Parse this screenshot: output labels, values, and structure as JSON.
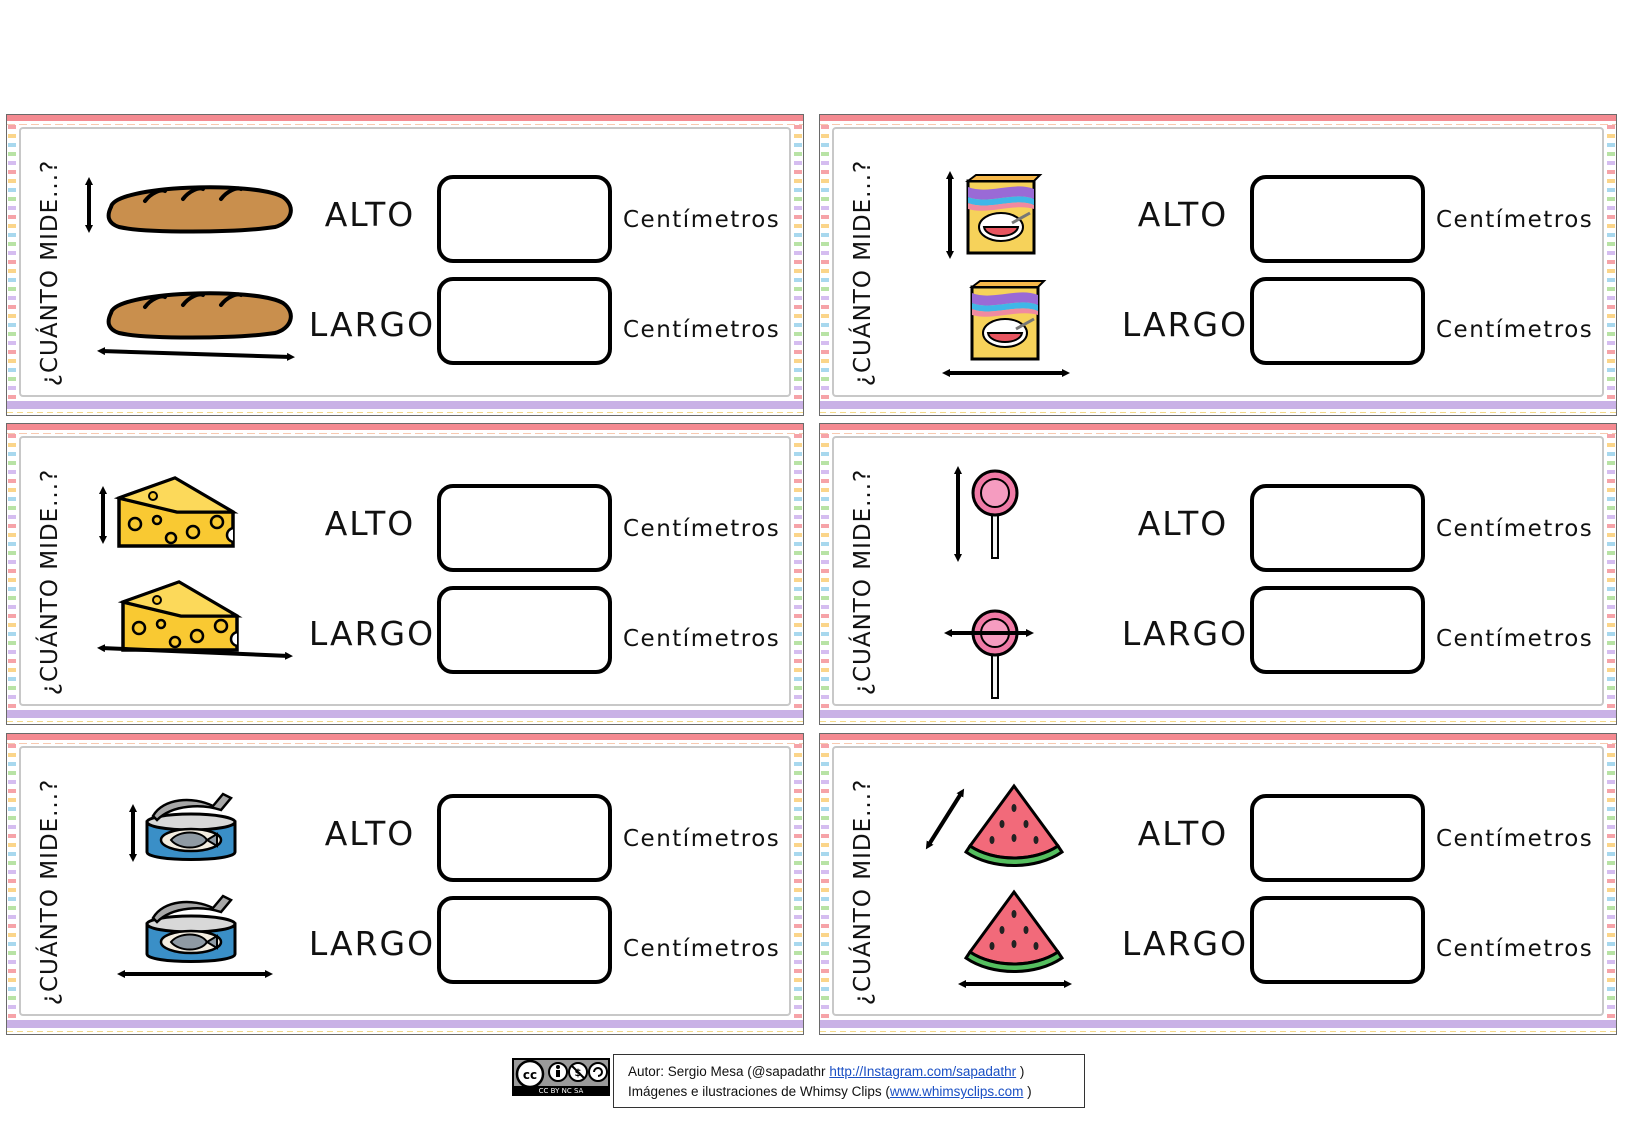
{
  "cards": [
    {
      "question": "¿CUÁNTO MIDE...?",
      "item": "bread-icon",
      "alto": "ALTO",
      "largo": "LARGO",
      "unit1": "Centímetros",
      "unit2": "Centímetros"
    },
    {
      "question": "¿CUÁNTO MIDE...?",
      "item": "cereal-box-icon",
      "alto": "ALTO",
      "largo": "LARGO",
      "unit1": "Centímetros",
      "unit2": "Centímetros"
    },
    {
      "question": "¿CUÁNTO MIDE...?",
      "item": "cheese-icon",
      "alto": "ALTO",
      "largo": "LARGO",
      "unit1": "Centímetros",
      "unit2": "Centímetros"
    },
    {
      "question": "¿CUÁNTO MIDE...?",
      "item": "lollipop-icon",
      "alto": "ALTO",
      "largo": "LARGO",
      "unit1": "Centímetros",
      "unit2": "Centímetros"
    },
    {
      "question": "¿CUÁNTO MIDE...?",
      "item": "tuna-can-icon",
      "alto": "ALTO",
      "largo": "LARGO",
      "unit1": "Centímetros",
      "unit2": "Centímetros"
    },
    {
      "question": "¿CUÁNTO MIDE...?",
      "item": "watermelon-icon",
      "alto": "ALTO",
      "largo": "LARGO",
      "unit1": "Centímetros",
      "unit2": "Centímetros"
    }
  ],
  "credits": {
    "line1_prefix": "Autor: Sergio Mesa (@sapadathr ",
    "line1_link": "http://Instagram.com/sapadathr",
    "line1_suffix": " )",
    "line2_prefix": "Imágenes e ilustraciones de Whimsy Clips (",
    "line2_link": "www.whimsyclips.com",
    "line2_suffix": " )",
    "license_badge": "CC BY NC SA"
  },
  "colors": {
    "top_band": "#f48a91",
    "bottom_band": "#c9b1e6",
    "box_border": "#000000",
    "link": "#1a4fc4"
  }
}
